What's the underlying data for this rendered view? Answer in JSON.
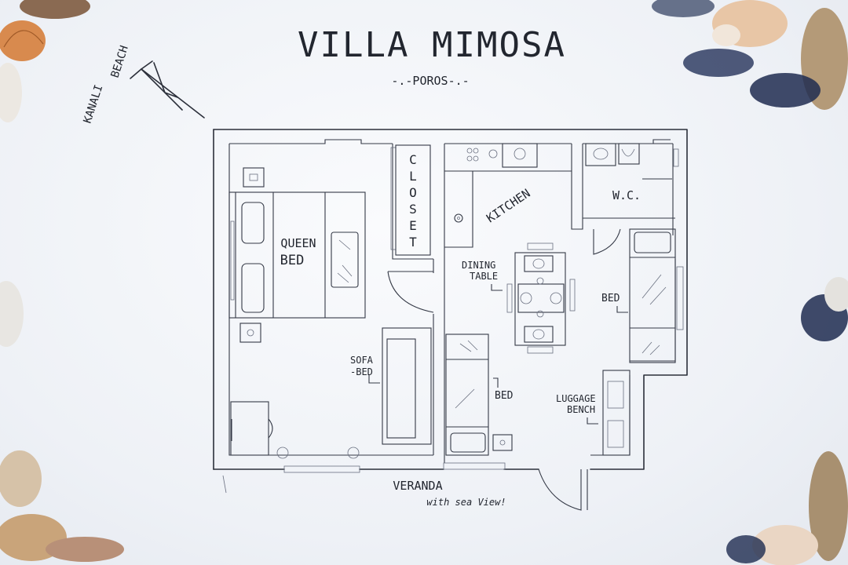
{
  "title": "VILLA MIMOSA",
  "subtitle": "-.-POROS-.-",
  "compass": {
    "line1": "KANALI",
    "line2": "BEACH"
  },
  "rooms": {
    "closet": [
      "C",
      "L",
      "O",
      "S",
      "E",
      "T"
    ],
    "kitchen": "KITCHEN",
    "wc": "W.C.",
    "queen_bed_line1": "QUEEN",
    "queen_bed_line2": "BED",
    "sofa_bed_line1": "SOFA",
    "sofa_bed_line2": "-BED",
    "dining_line1": "DINING",
    "dining_line2": "TABLE",
    "bed_right": "BED",
    "bed_bottom": "BED",
    "luggage_line1": "LUGGAGE",
    "luggage_line2": "BENCH"
  },
  "veranda": {
    "label": "VERANDA",
    "note": "with sea View!"
  },
  "colors": {
    "ink": "#2b2f3a",
    "paper": "#f6f8fb",
    "shell": "#d9b79a",
    "shadow": "#1f2a44"
  }
}
